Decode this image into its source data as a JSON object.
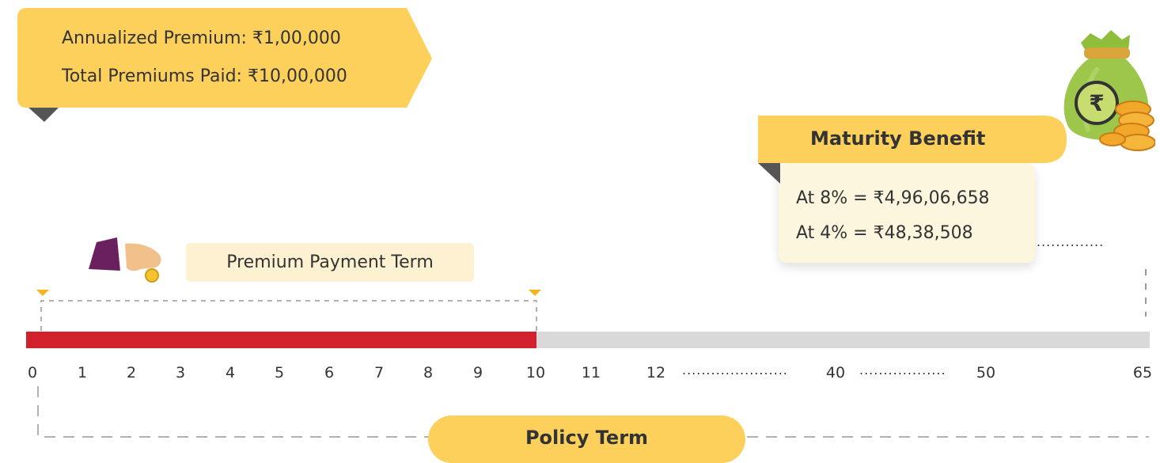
{
  "premium_callout": {
    "annualized_premium": "Annualized Premium: ₹1,00,000",
    "total_premiums_paid": "Total Premiums Paid: ₹10,00,000"
  },
  "maturity": {
    "title": "Maturity Benefit",
    "at_8": "At 8% = ₹4,96,06,658",
    "at_4": "At 4% = ₹48,38,508",
    "currency_symbol": "₹"
  },
  "premium_payment_term": {
    "label": "Premium Payment Term"
  },
  "policy_term": {
    "label": "Policy Term"
  },
  "timeline": {
    "ticks": [
      "0",
      "1",
      "2",
      "3",
      "4",
      "5",
      "6",
      "7",
      "8",
      "9",
      "10",
      "11",
      "12",
      "40",
      "50",
      "65"
    ],
    "dots_a": "......................",
    "dots_b": "..................",
    "dots_c": "..............",
    "premium_paid_until": "10"
  },
  "colors": {
    "accent_yellow": "#fcd05a",
    "payment_red": "#d0212d",
    "timeline_grey": "#d9d9d9",
    "light_cream": "#fdf6df"
  },
  "icons": {
    "hand": "hand-with-coin-icon",
    "money_bag": "money-bag-icon"
  }
}
